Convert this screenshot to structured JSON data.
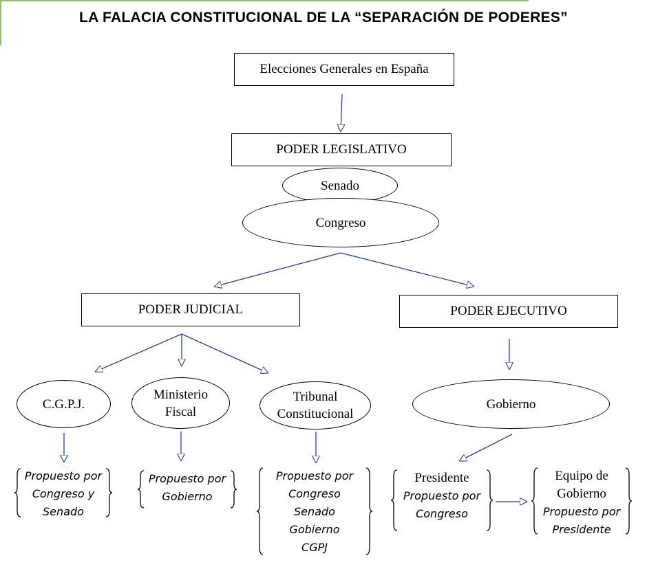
{
  "title": "LA FALACIA CONSTITUCIONAL DE LA “SEPARACIÓN DE PODERES”",
  "elecciones": "Elecciones Generales en España",
  "legislativo": {
    "label": "PODER LEGISLATIVO",
    "senado": "Senado",
    "congreso": "Congreso"
  },
  "judicial": {
    "label": "PODER JUDICIAL",
    "cgpj": "C.G.P.J.",
    "ministerio": [
      "Ministerio",
      "Fiscal"
    ],
    "tribunal": [
      "Tribunal",
      "Constitucional"
    ]
  },
  "ejecutivo": {
    "label": "PODER EJECUTIVO",
    "gobierno": "Gobierno"
  },
  "notes": {
    "cgpj": [
      "Propuesto por",
      "Congreso y",
      "Senado"
    ],
    "ministerio": [
      "Propuesto por",
      "Gobierno"
    ],
    "tribunal": [
      "Propuesto por",
      "Congreso",
      "Senado",
      "Gobierno",
      "CGPJ"
    ],
    "presidente": {
      "head": "Presidente",
      "lines": [
        "Propuesto por",
        "Congreso"
      ]
    },
    "equipo": {
      "head": [
        "Equipo de",
        "Gobierno"
      ],
      "lines": [
        "Propuesto por",
        "Presidente"
      ]
    }
  },
  "colors": {
    "arrow": "#1f3f99",
    "frame": "#8fbf6a"
  }
}
